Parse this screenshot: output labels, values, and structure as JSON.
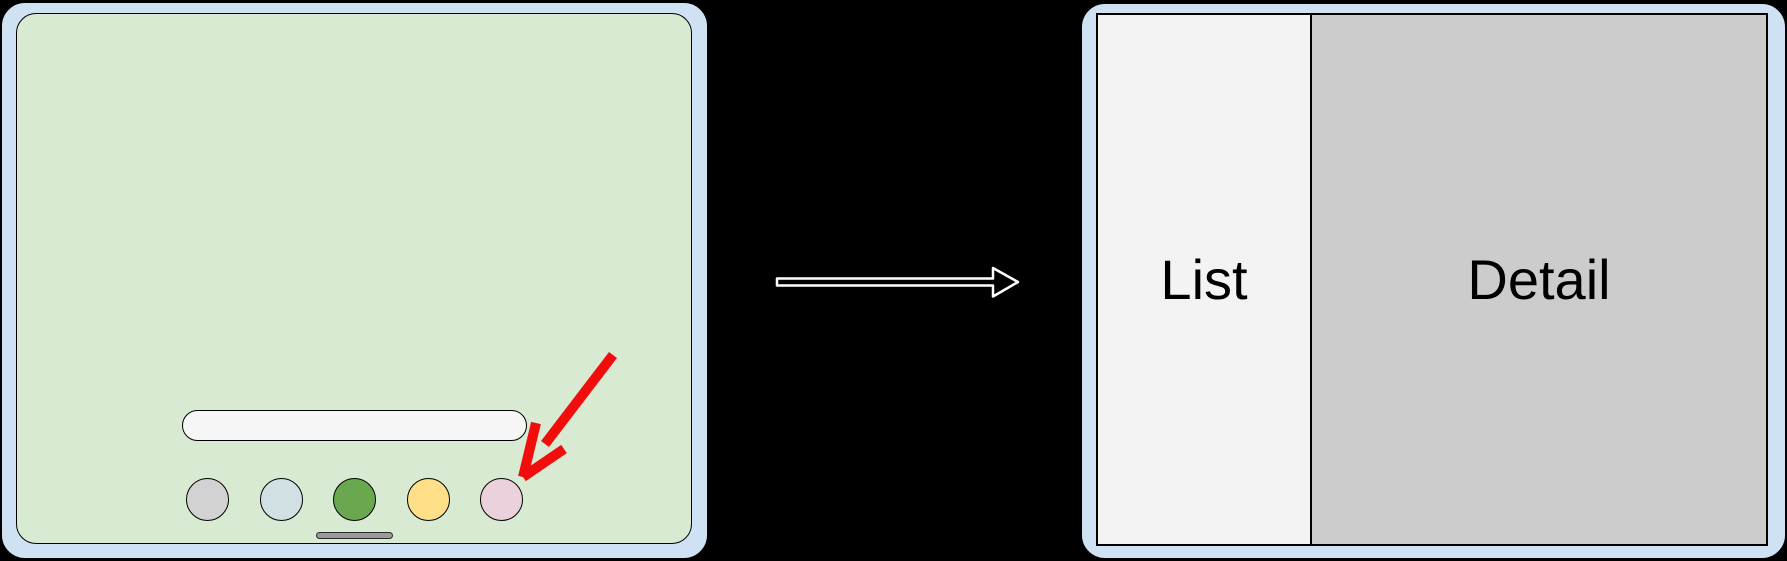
{
  "canvas": {
    "background": "#000000"
  },
  "phone": {
    "frame_fill": "#cfe2f3",
    "screen_fill": "#d9ead3",
    "search_pill_fill": "#f6f6f6",
    "dock": {
      "apps": [
        {
          "name": "gray-app",
          "color": "#d2d2d2"
        },
        {
          "name": "blue-app",
          "color": "#d0e0e3"
        },
        {
          "name": "green-app",
          "color": "#6aa84f"
        },
        {
          "name": "yellow-app",
          "color": "#ffdf87"
        },
        {
          "name": "pink-app",
          "color": "#ead1dc"
        }
      ]
    },
    "home_indicator_fill": "#9a9a9a"
  },
  "annotation_arrow": {
    "color": "#f20d0d"
  },
  "flow_arrow": {
    "fill": "#000000",
    "outline": "#ffffff"
  },
  "tablet": {
    "frame_fill": "#cfe2f3",
    "panes": [
      {
        "label": "List",
        "fill": "#f3f3f3"
      },
      {
        "label": "Detail",
        "fill": "#cccccc"
      }
    ]
  }
}
